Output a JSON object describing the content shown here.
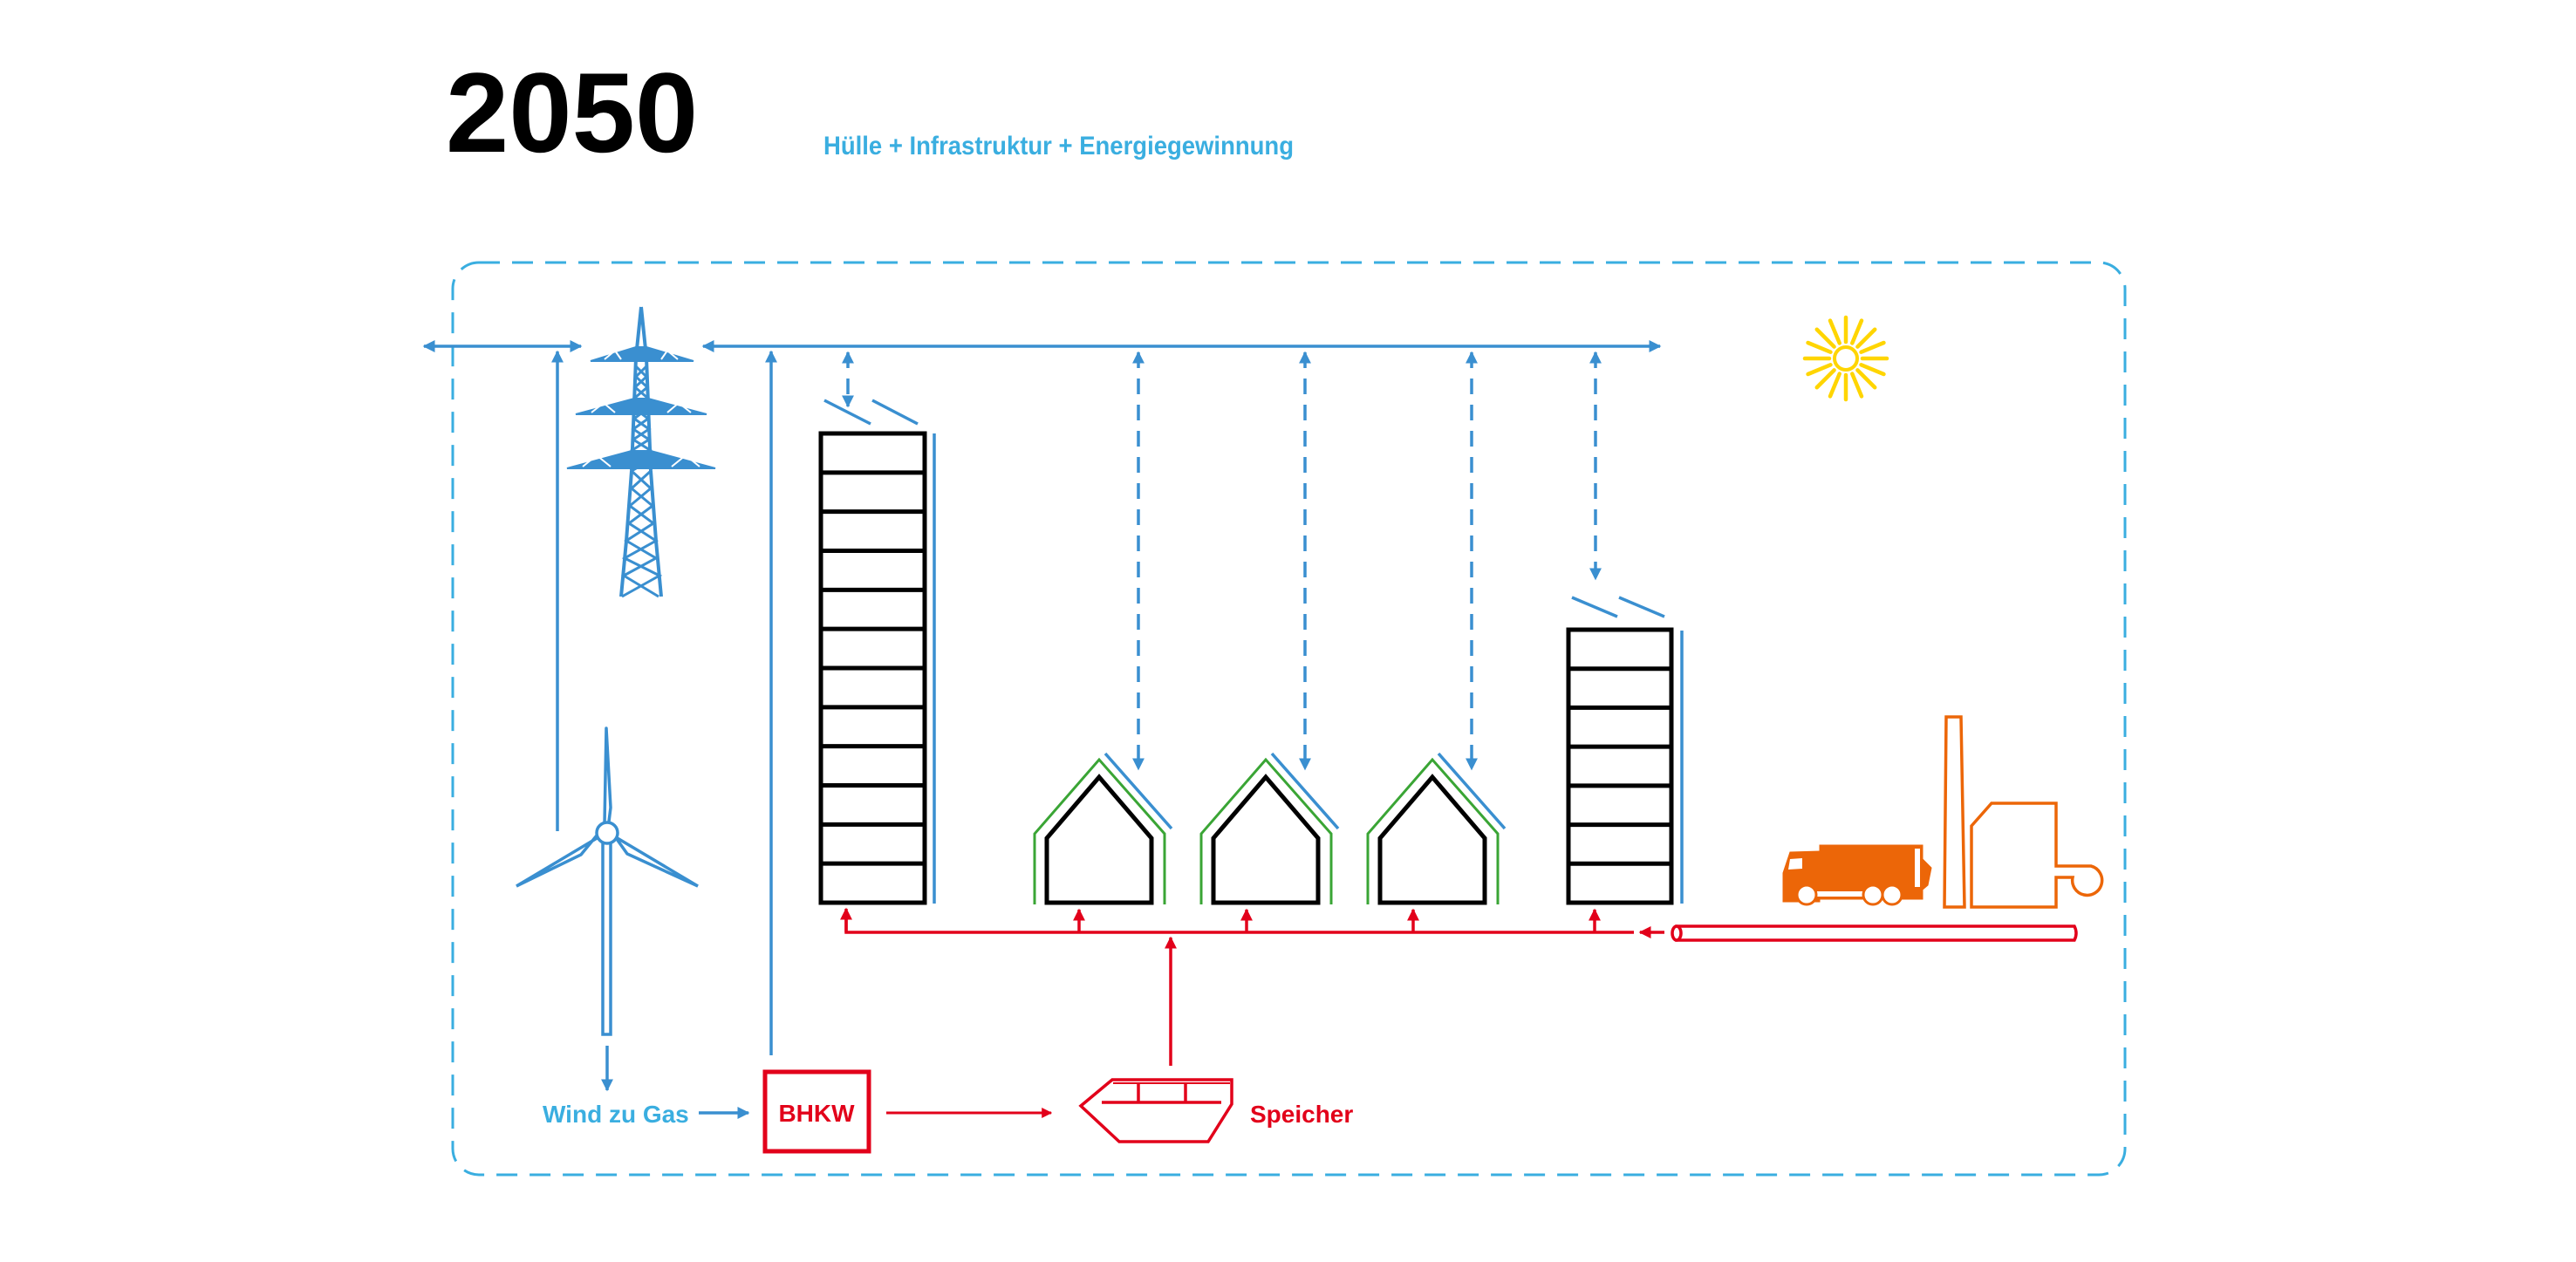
{
  "header": {
    "year": "2050",
    "subtitle": "Hülle + Infrastruktur + Energiegewinnung"
  },
  "labels": {
    "wind_to_gas": "Wind zu Gas",
    "chp": "BHKW",
    "storage": "Speicher"
  },
  "colors": {
    "electricity": "#3a8fd0",
    "boundary": "#3aaee0",
    "heat": "#e2001a",
    "envelope": "#3aa535",
    "building": "#000000",
    "waste": "#ec6608",
    "sun": "#ffd500",
    "subtitle": "#3aaee0"
  },
  "legend_semantics": {
    "blue": "Strom",
    "red": "Wärme",
    "green": "Dämmung / Hülle",
    "orange": "Abfall / Kraftwerk",
    "yellow": "Sonne"
  },
  "elements": {
    "tall_building_floors": 12,
    "mid_building_floors": 7,
    "houses": 3
  }
}
